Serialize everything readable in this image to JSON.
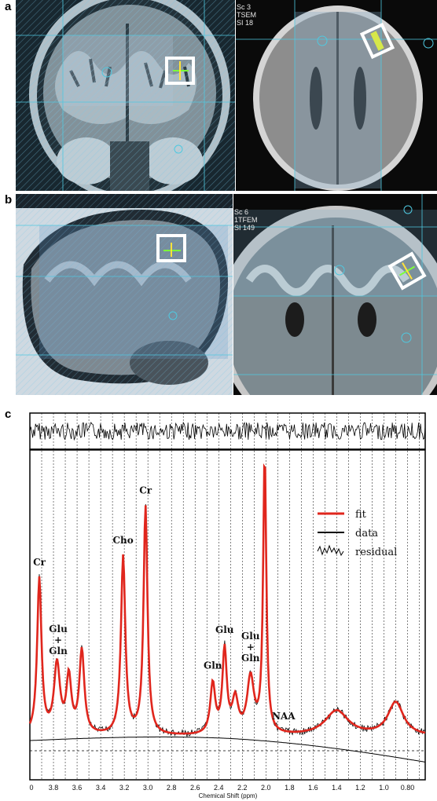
{
  "panels": {
    "a": {
      "label": "a",
      "overlay_right": [
        "Sc 3",
        "TSEM",
        "SI 18"
      ]
    },
    "b": {
      "label": "b",
      "overlay_right": [
        "Sc 6",
        "1TFEM",
        "SI 149"
      ]
    },
    "c": {
      "label": "c"
    }
  },
  "chart_data": {
    "type": "line",
    "xlabel": "Chemical Shift (ppm)",
    "xlim": [
      4.0,
      0.65
    ],
    "x_ticks": [
      "0",
      "3.8",
      "3.6",
      "3.4",
      "3.2",
      "3.0",
      "2.8",
      "2.6",
      "2.4",
      "2.2",
      "2.0",
      "1.8",
      "1.6",
      "1.4",
      "1.2",
      "1.0",
      "0.80"
    ],
    "legend": [
      {
        "name": "fit",
        "color": "#e0261d"
      },
      {
        "name": "data",
        "color": "#000000"
      },
      {
        "name": "residual",
        "color": "#000000"
      }
    ],
    "peak_labels": [
      {
        "lines": [
          "Cr"
        ],
        "ppm": 3.92
      },
      {
        "lines": [
          "Glu",
          "+",
          "Gln"
        ],
        "ppm": 3.76
      },
      {
        "lines": [
          "Cho"
        ],
        "ppm": 3.21
      },
      {
        "lines": [
          "Cr"
        ],
        "ppm": 3.02
      },
      {
        "lines": [
          "Gln"
        ],
        "ppm": 2.45
      },
      {
        "lines": [
          "Glu"
        ],
        "ppm": 2.35
      },
      {
        "lines": [
          "Glu",
          "+",
          "Gln"
        ],
        "ppm": 2.13
      },
      {
        "lines": [
          "NAA"
        ],
        "ppm": 1.85
      }
    ],
    "peaks": [
      {
        "ppm": 3.92,
        "height": 0.56,
        "width": 0.022
      },
      {
        "ppm": 3.77,
        "height": 0.25,
        "width": 0.03
      },
      {
        "ppm": 3.67,
        "height": 0.2,
        "width": 0.025
      },
      {
        "ppm": 3.56,
        "height": 0.3,
        "width": 0.025
      },
      {
        "ppm": 3.21,
        "height": 0.64,
        "width": 0.022
      },
      {
        "ppm": 3.02,
        "height": 0.82,
        "width": 0.02
      },
      {
        "ppm": 2.45,
        "height": 0.18,
        "width": 0.025
      },
      {
        "ppm": 2.35,
        "height": 0.3,
        "width": 0.022
      },
      {
        "ppm": 2.26,
        "height": 0.12,
        "width": 0.03
      },
      {
        "ppm": 2.13,
        "height": 0.2,
        "width": 0.035
      },
      {
        "ppm": 2.01,
        "height": 1.0,
        "width": 0.016
      },
      {
        "ppm": 1.4,
        "height": 0.09,
        "width": 0.12
      },
      {
        "ppm": 0.9,
        "height": 0.12,
        "width": 0.08
      }
    ]
  }
}
